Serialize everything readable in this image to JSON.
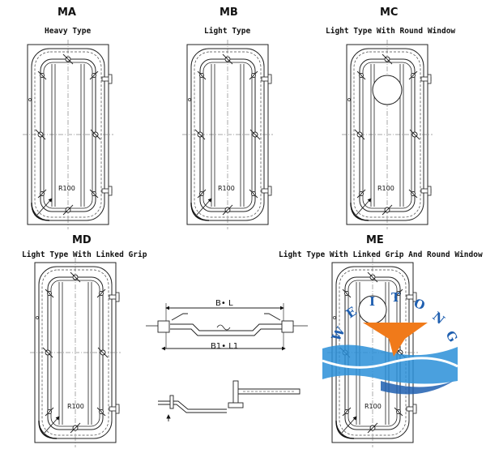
{
  "doors": [
    {
      "code": "MA",
      "title": "Heavy Type",
      "radius_label": "R100"
    },
    {
      "code": "MB",
      "title": "Light Type",
      "radius_label": "R100"
    },
    {
      "code": "MC",
      "title": "Light Type With Round Window",
      "radius_label": "R100"
    },
    {
      "code": "MD",
      "title": "Light Type With Linked Grip",
      "radius_label": "R100"
    },
    {
      "code": "ME",
      "title": "Light Type With Linked Grip And Round Window",
      "radius_label": "R100"
    }
  ],
  "linkage_detail": {
    "top_dimension": "B• L",
    "bottom_dimension": "B1• L1"
  },
  "watermark": {
    "letters": [
      "W",
      "E",
      "I",
      "T",
      "O",
      "N",
      "G"
    ],
    "colors": {
      "blue": "#1f5fb0",
      "orange": "#f07a1a",
      "wave": "#2a8fd8"
    }
  }
}
